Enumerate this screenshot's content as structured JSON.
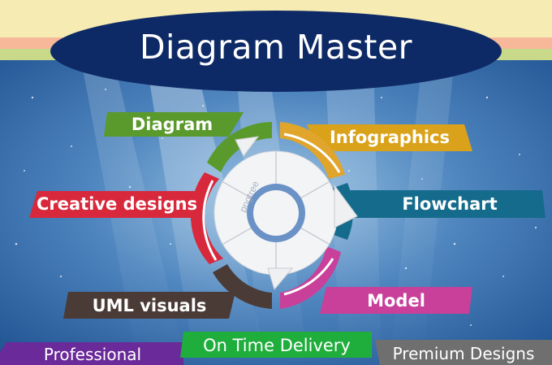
{
  "title": "Diagram Master",
  "labels": {
    "diagram": "Diagram",
    "infographics": "Infographics",
    "creative": "Creative designs",
    "flowchart": "Flowchart",
    "uml": "UML visuals",
    "model": "Model"
  },
  "bottom": {
    "professional": "Professional",
    "on_time": "On Time Delivery",
    "premium": "Premium Designs"
  },
  "watermark": "pngtree",
  "colors": {
    "navy": "#0e2a66",
    "green": "#5a9a2c",
    "gold": "#d9a21a",
    "red": "#d8283c",
    "teal": "#156b8c",
    "brown": "#4a3b36",
    "magenta": "#c8409a",
    "purple": "#6a2a9a",
    "bright_green": "#1fae3c",
    "gray": "#6f6f6f"
  }
}
